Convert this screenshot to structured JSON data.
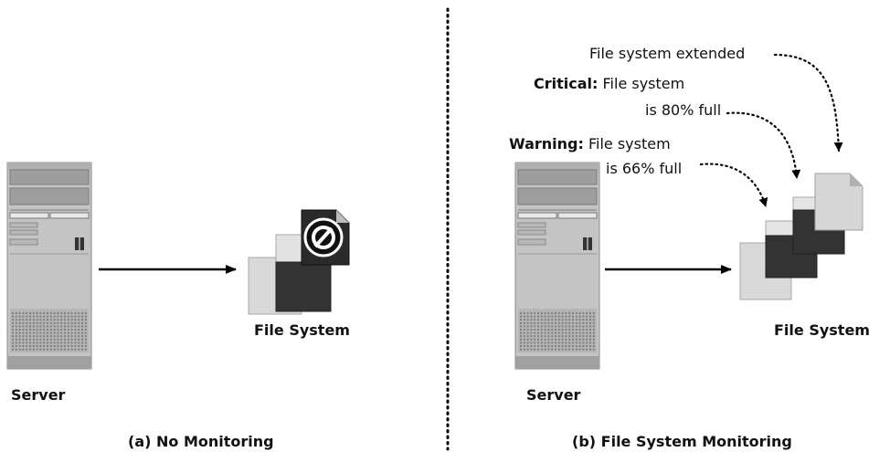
{
  "left_panel": {
    "server_label": "Server",
    "filesystem_label": "File System",
    "caption": "(a) No Monitoring"
  },
  "right_panel": {
    "server_label": "Server",
    "filesystem_label": "File System",
    "caption": "(b) File System Monitoring",
    "annotations": {
      "extended": "File system extended",
      "critical_prefix": "Critical:",
      "critical_line1": "File system",
      "critical_line2": "is 80% full",
      "warning_prefix": "Warning:",
      "warning_line1": "File system",
      "warning_line2": "is 66% full"
    }
  },
  "colors": {
    "server_body": "#c8c8c8",
    "server_dark": "#9a9a9a",
    "doc_light": "#d9d9d9",
    "doc_dark": "#333333",
    "arrow": "#000000"
  }
}
